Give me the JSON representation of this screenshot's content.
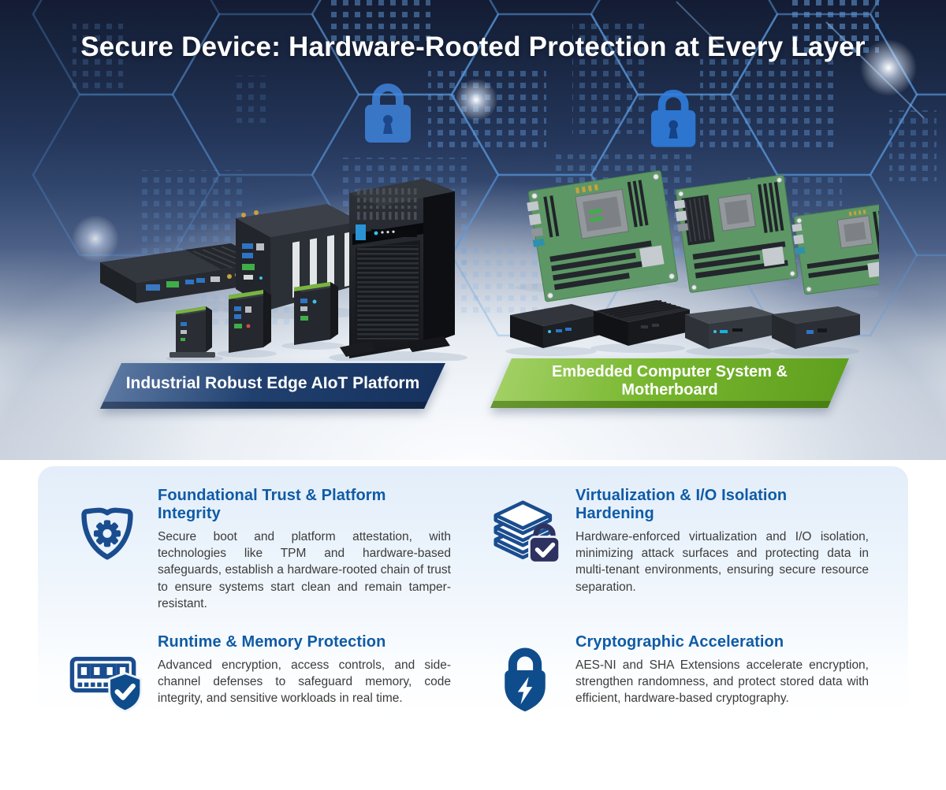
{
  "hero": {
    "title": "Secure Device: Hardware-Rooted Protection at Every Layer",
    "background_motifs": [
      "hexagon-grid",
      "binary-dot-columns",
      "padlock-icon",
      "globe-glow"
    ],
    "product_groups": [
      {
        "name": "industrial-robust-edge-aiot-platform",
        "banner_label": "Industrial Robust Edge AIoT Platform",
        "banner_color": "#1c3b6d",
        "products": [
          "fanless-rugged-pc",
          "expansion-box-pc",
          "edge-device-small",
          "edge-device-small",
          "edge-device-small",
          "tower-edge-server"
        ]
      },
      {
        "name": "embedded-computer-system-and-motherboard",
        "banner_label": "Embedded Computer System & Motherboard",
        "banner_color": "#74b42c",
        "products": [
          "atx-motherboard-large",
          "atx-motherboard-medium",
          "micro-atx-motherboard",
          "mini-pc",
          "mini-pc",
          "mini-pc",
          "mini-pc"
        ]
      }
    ]
  },
  "features": [
    {
      "icon": "shield-gear-icon",
      "title": "Foundational Trust & Platform Integrity",
      "body": "Secure boot and platform attestation, with technologies like TPM and hardware-based safeguards, establish a hardware-rooted chain of trust to ensure systems start clean and remain tamper-resistant."
    },
    {
      "icon": "layers-lock-icon",
      "title": "Virtualization & I/O Isolation Hardening",
      "body": "Hardware-enforced virtualization and I/O isolation, minimizing attack surfaces and protecting data in multi-tenant environments, ensuring secure resource separation."
    },
    {
      "icon": "memory-shield-icon",
      "title": "Runtime & Memory Protection",
      "body": "Advanced encryption, access controls, and side-channel defenses to safeguard memory, code integrity, and sensitive workloads in real time."
    },
    {
      "icon": "lock-bolt-icon",
      "title": "Cryptographic Acceleration",
      "body": "AES-NI and SHA Extensions accelerate encryption, strengthen randomness, and protect stored data with efficient, hardware-based cryptography."
    }
  ],
  "colors": {
    "hero_navy": "#16213c",
    "hex_pattern_blue": "#5b9be0",
    "background_lock_blue": "#3f86e0",
    "heading_blue": "#0f5ba6",
    "icon_outline_blue": "#1a4d8f",
    "icon_fill_blue": "#0f4c8c",
    "badge_navy": "#2d3260",
    "banner_navy": "#1c3b6d",
    "banner_green": "#74b42c",
    "card_background_top": "#e3eefa",
    "body_text": "#3c3c3c"
  }
}
